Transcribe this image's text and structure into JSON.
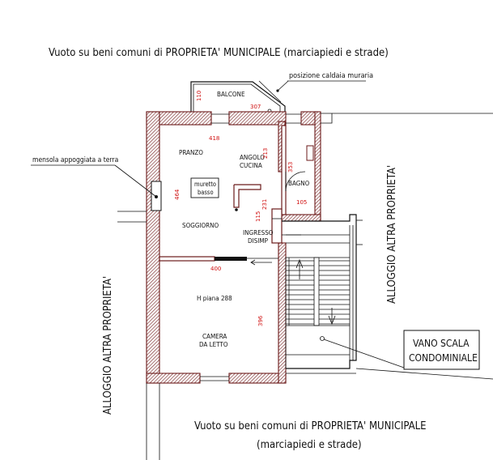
{
  "title_top": "Vuoto su beni comuni di PROPRIETA' MUNICIPALE (marciapiedi e strade)",
  "title_bottom_line1": "Vuoto su beni comuni di PROPRIETA' MUNICIPALE",
  "title_bottom_line2": "(marciapiedi e strade)",
  "neighbor_left": "ALLOGGIO ALTRA PROPRIETA'",
  "neighbor_right": "ALLOGGIO ALTRA PROPRIETA'",
  "callouts": {
    "boiler": "posizione caldaia muraria",
    "shelf": "mensola appoggiata a terra",
    "stair": "VANO SCALA\nCONDOMINIALE",
    "stair_line1": "VANO SCALA",
    "stair_line2": "CONDOMINIALE"
  },
  "rooms": {
    "balcone": "BALCONE",
    "pranzo": "PRANZO",
    "angolo_cucina_1": "ANGOLO",
    "angolo_cucina_2": "CUCINA",
    "bagno": "BAGNO",
    "muretto_1": "muretto",
    "muretto_2": "basso",
    "soggiorno": "SOGGIORNO",
    "ingresso_1": "INGRESSO",
    "ingresso_2": "DISIMP",
    "h_piana": "H piana 288",
    "camera_1": "CAMERA",
    "camera_2": "DA LETTO"
  },
  "dimensions": {
    "balcone_depth": "110",
    "balcone_width": "307",
    "pranzo_window": "418",
    "cucina_depth": "213",
    "bagno_depth": "353",
    "bagno_width": "105",
    "soggiorno_height": "464",
    "ingresso_height": "231",
    "ingresso_width": "115",
    "camera_width": "400",
    "camera_height": "396"
  },
  "colors": {
    "wall_outline": "#6b1a1a",
    "dimension_text": "#d01010",
    "ink": "#111111"
  }
}
